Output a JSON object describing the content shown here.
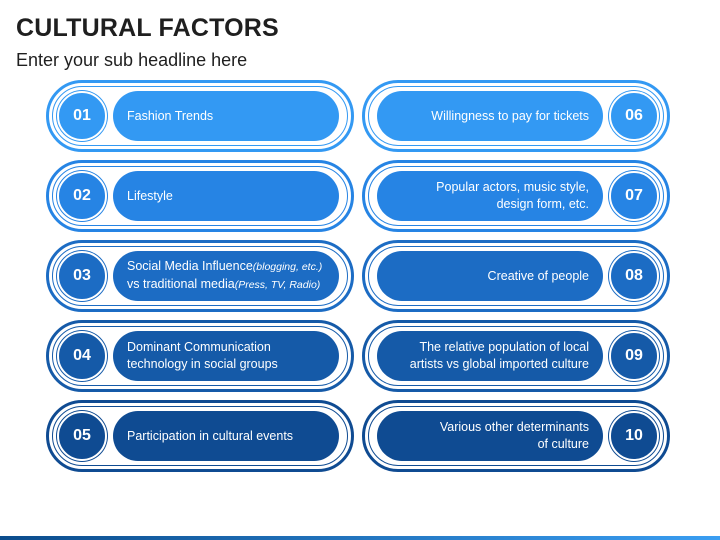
{
  "title": "CULTURAL FACTORS",
  "subtitle": "Enter your sub headline here",
  "colors": {
    "shade1": "#3399f3",
    "shade2": "#2684e4",
    "shade3": "#1c6cc4",
    "shade4": "#155aa8",
    "shade5": "#0f4b92"
  },
  "left_items": [
    {
      "number": "01",
      "line1": "Fashion Trends",
      "line1_note": "",
      "line2": "",
      "line2_note": ""
    },
    {
      "number": "02",
      "line1": "Lifestyle",
      "line1_note": "",
      "line2": "",
      "line2_note": ""
    },
    {
      "number": "03",
      "line1": "Social Media Influence",
      "line1_note": "(blogging, etc.)",
      "line2": "vs traditional media",
      "line2_note": "(Press, TV, Radio)"
    },
    {
      "number": "04",
      "line1": "Dominant Communication",
      "line1_note": "",
      "line2": "technology in social groups",
      "line2_note": ""
    },
    {
      "number": "05",
      "line1": "Participation in cultural events",
      "line1_note": "",
      "line2": "",
      "line2_note": ""
    }
  ],
  "right_items": [
    {
      "number": "06",
      "line1": "Willingness to pay for tickets",
      "line2": ""
    },
    {
      "number": "07",
      "line1": "Popular actors, music style,",
      "line2": "design form, etc."
    },
    {
      "number": "08",
      "line1": "Creative of people",
      "line2": ""
    },
    {
      "number": "09",
      "line1": "The relative population of local",
      "line2": "artists vs global imported culture"
    },
    {
      "number": "10",
      "line1": "Various other determinants",
      "line2": "of culture"
    }
  ]
}
